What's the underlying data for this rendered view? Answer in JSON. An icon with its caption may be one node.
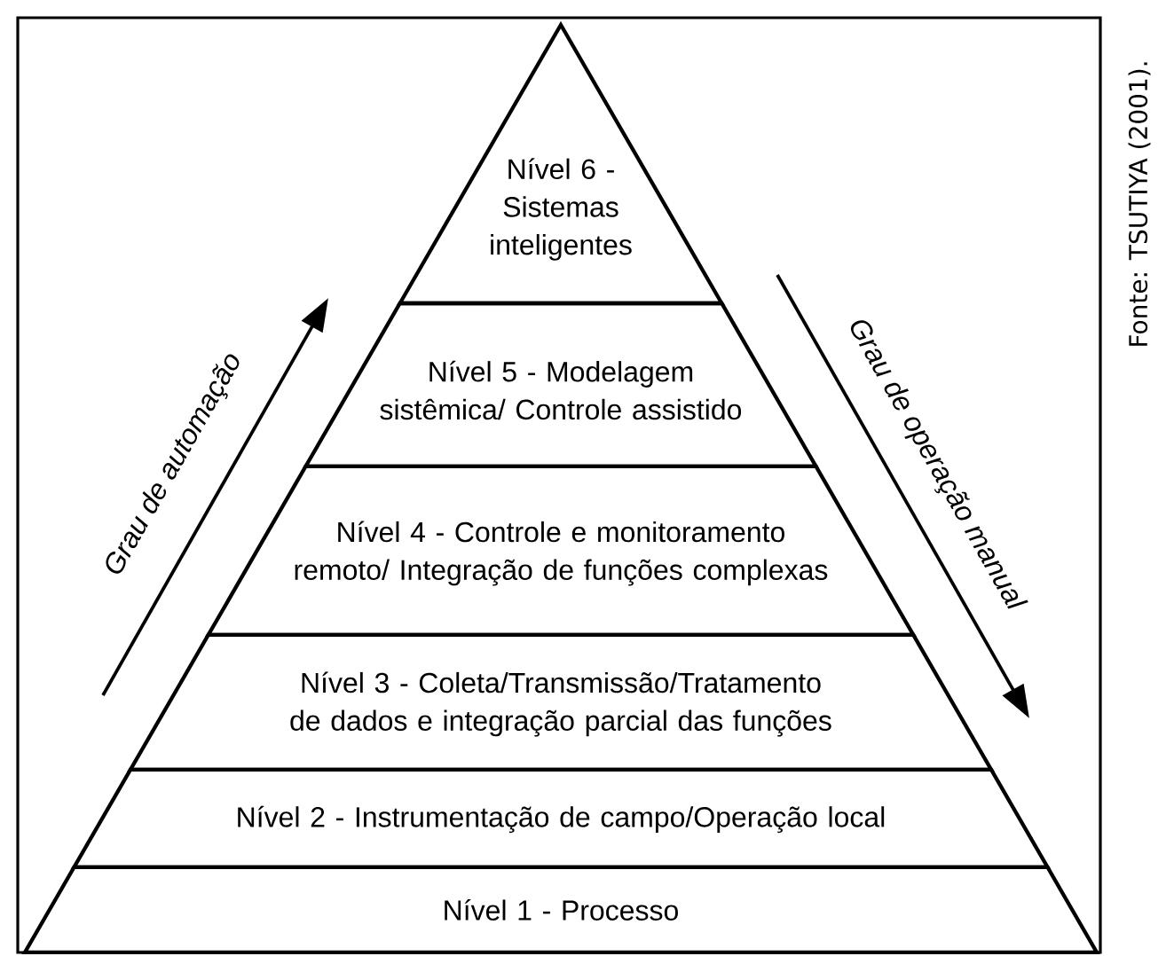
{
  "diagram": {
    "nodes": [
      {
        "text": [
          "Nível 6 - Sistemas inteligentes"
        ]
      },
      {
        "text": [
          "Nível 5 - Modelagem sistêmica/ Controle assistido"
        ]
      },
      {
        "text": [
          "Nível 4 - Controle e monitoramento remoto/ Integração de funções complexas"
        ]
      },
      {
        "text": [
          "Nível 3 - Coleta/Transmissão/Tratamento de dados e integração parcial das funções"
        ]
      },
      {
        "text": [
          "Nível 2 - Instrumentação de campo/Operação local"
        ]
      },
      {
        "text": [
          "Nível 1 - Processo"
        ]
      }
    ],
    "edges": [],
    "labels": [
      "Grau de automação",
      "Grau de operação manual",
      "Fonte: TSUTIYA (2001)."
    ]
  }
}
